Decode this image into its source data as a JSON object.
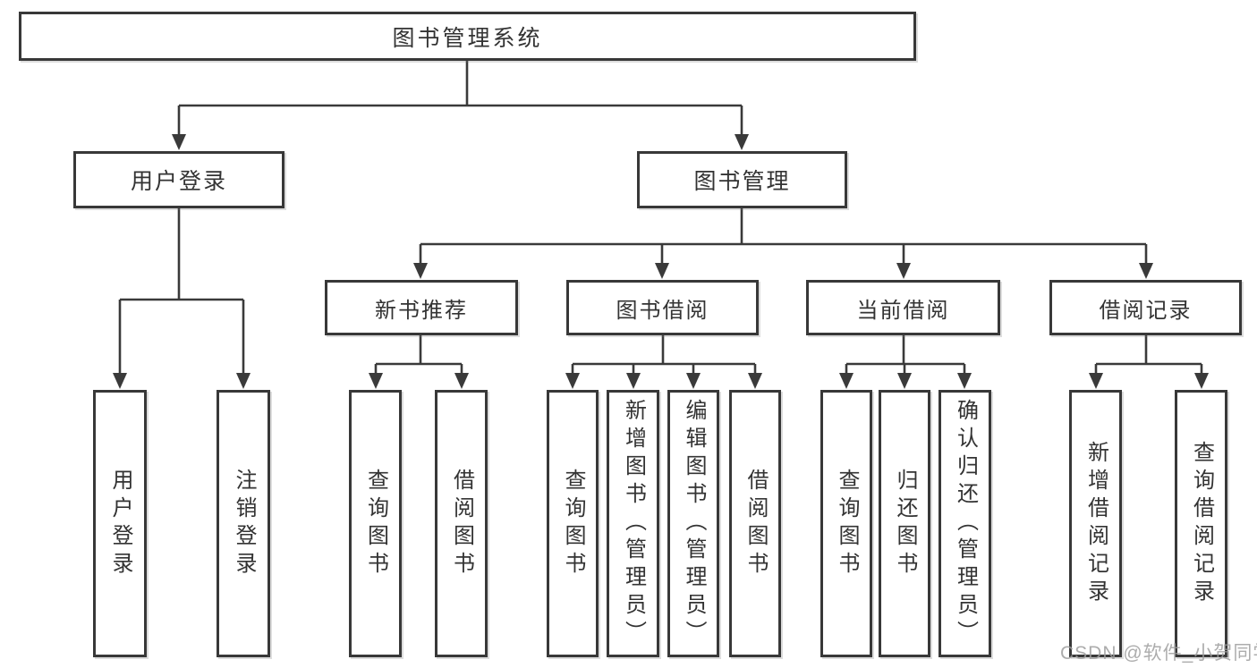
{
  "diagram": {
    "type": "hierarchy-tree",
    "line_color": "#3a3a3a",
    "box_fill": "#ffffff",
    "text_color": "#333333",
    "tree": {
      "label": "图书管理系统",
      "children": [
        {
          "label": "用户登录",
          "children": [
            {
              "label": "用户登录"
            },
            {
              "label": "注销登录"
            }
          ]
        },
        {
          "label": "图书管理",
          "children": [
            {
              "label": "新书推荐",
              "children": [
                {
                  "label": "查询图书"
                },
                {
                  "label": "借阅图书"
                }
              ]
            },
            {
              "label": "图书借阅",
              "children": [
                {
                  "label": "查询图书"
                },
                {
                  "label": "新增图书（管理员）"
                },
                {
                  "label": "编辑图书（管理员）"
                },
                {
                  "label": "借阅图书"
                }
              ]
            },
            {
              "label": "当前借阅",
              "children": [
                {
                  "label": "查询图书"
                },
                {
                  "label": "归还图书"
                },
                {
                  "label": "确认归还（管理员）"
                }
              ]
            },
            {
              "label": "借阅记录",
              "children": [
                {
                  "label": "新增借阅记录"
                },
                {
                  "label": "查询借阅记录"
                }
              ]
            }
          ]
        }
      ]
    }
  },
  "watermark": {
    "text": "CSDN @软件_小贺同学",
    "color": "#9e9e9e"
  }
}
